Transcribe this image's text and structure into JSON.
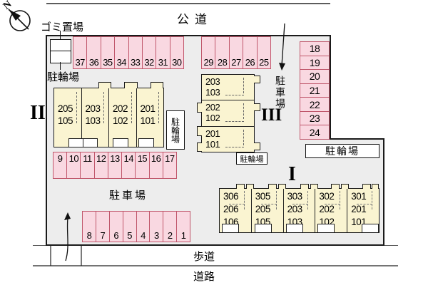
{
  "compass": {
    "north_label": "N"
  },
  "roads": {
    "public_road": "公道",
    "sidewalk": "歩道",
    "road": "道路"
  },
  "site_labels": {
    "garbage_area": "ゴミ置場",
    "bicycle_parking_topleft": "駐輪場",
    "bicycle_parking_bldg2": "駐輪場",
    "bicycle_parking_bldg3": "駐輪場",
    "bicycle_parking_bldg1": "駐輪場",
    "car_parking_left": "駐車場",
    "car_parking_right": "駐車場"
  },
  "parking_spots": {
    "top_row_left": [
      "37",
      "36",
      "35",
      "34",
      "33",
      "32",
      "31",
      "30"
    ],
    "top_row_right": [
      "29",
      "28",
      "27",
      "26",
      "25"
    ],
    "right_column": [
      "18",
      "19",
      "20",
      "21",
      "22",
      "23",
      "24"
    ],
    "middle_row": [
      "9",
      "10",
      "11",
      "12",
      "13",
      "14",
      "15",
      "16",
      "17"
    ],
    "bottom_row": [
      "8",
      "7",
      "6",
      "5",
      "4",
      "3",
      "2",
      "1"
    ]
  },
  "buildings": [
    {
      "numeral": "II",
      "units": [
        {
          "upper": "205",
          "lower": "105"
        },
        {
          "upper": "203",
          "lower": "103"
        },
        {
          "upper": "202",
          "lower": "102"
        },
        {
          "upper": "201",
          "lower": "101"
        }
      ]
    },
    {
      "numeral": "III",
      "units": [
        {
          "upper": "203",
          "lower": "103"
        },
        {
          "upper": "202",
          "lower": "102"
        },
        {
          "upper": "201",
          "lower": "101"
        }
      ]
    },
    {
      "numeral": "I",
      "units": [
        {
          "upper": "306",
          "middle": "206",
          "lower": "106"
        },
        {
          "upper": "305",
          "middle": "205",
          "lower": "105"
        },
        {
          "upper": "303",
          "middle": "203",
          "lower": "103"
        },
        {
          "upper": "302",
          "middle": "202",
          "lower": "102"
        },
        {
          "upper": "301",
          "middle": "201",
          "lower": "101"
        }
      ]
    }
  ],
  "colors": {
    "site_fill": "#ededed",
    "stall_fill": "#f9d8e1",
    "stall_border": "#c0566b",
    "building_fill": "#faf4d1",
    "outline": "#1a1a1a"
  }
}
